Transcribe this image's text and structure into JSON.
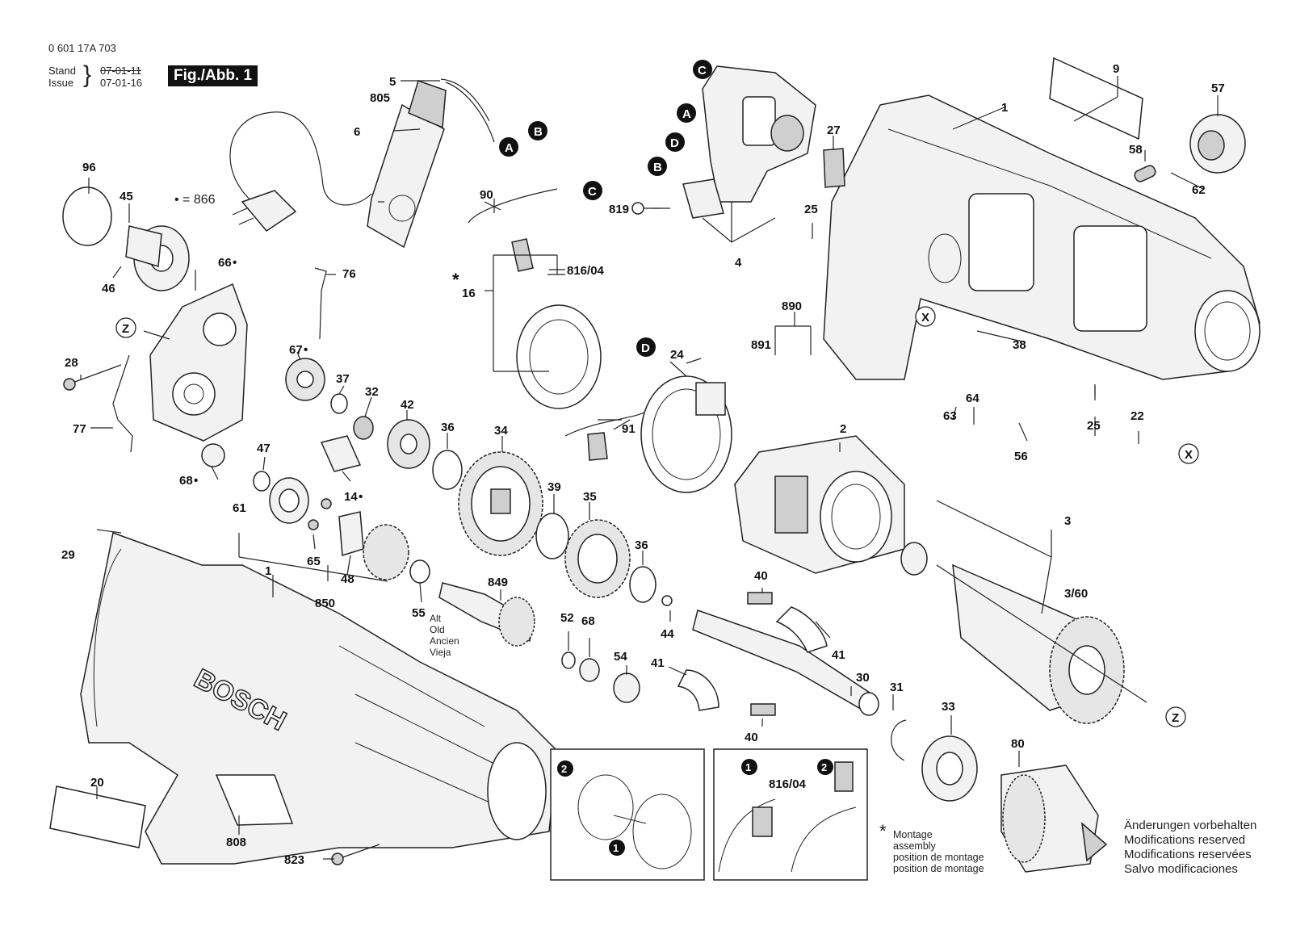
{
  "header": {
    "part_number": "0 601 17A 703",
    "stand_label": "Stand",
    "issue_label": "Issue",
    "stand_date": "07-01-11",
    "issue_date": "07-01-16",
    "figure_label": "Fig./Abb. 1"
  },
  "legend": {
    "dot_note": "• = 866"
  },
  "alt_words": [
    "Alt",
    "Old",
    "Ancien",
    "Vieja"
  ],
  "montage_note": [
    "Montage",
    "assembly",
    "position de montage",
    "position de montage"
  ],
  "montage_star": "*",
  "modifications": [
    "Änderungen vorbehalten",
    "Modifications reserved",
    "Modifications reservées",
    "Salvo modificaciones"
  ],
  "callout_letters": [
    "A",
    "B",
    "C",
    "D",
    "X",
    "Z"
  ],
  "part_labels": {
    "p1": "1",
    "p1b": "1",
    "p2": "2",
    "p3": "3",
    "p3_60": "3/60",
    "p4": "4",
    "p5": "5",
    "p6": "6",
    "p9": "9",
    "p14": "14",
    "p16": "16",
    "p20": "20",
    "p22": "22",
    "p24": "24",
    "p25a": "25",
    "p25b": "25",
    "p27": "27",
    "p28": "28",
    "p29": "29",
    "p30": "30",
    "p31": "31",
    "p32": "32",
    "p33": "33",
    "p34": "34",
    "p35": "35",
    "p36a": "36",
    "p36b": "36",
    "p37": "37",
    "p38": "38",
    "p39": "39",
    "p40a": "40",
    "p40b": "40",
    "p41a": "41",
    "p41b": "41",
    "p42": "42",
    "p44": "44",
    "p45": "45",
    "p46": "46",
    "p47": "47",
    "p48": "48",
    "p52": "52",
    "p54": "54",
    "p55": "55",
    "p56": "56",
    "p57": "57",
    "p58": "58",
    "p61": "61",
    "p62": "62",
    "p63": "63",
    "p64": "64",
    "p65": "65",
    "p66": "66",
    "p67": "67",
    "p68a": "68",
    "p68b": "68",
    "p76": "76",
    "p77": "77",
    "p80": "80",
    "p90": "90",
    "p91": "91",
    "p96": "96",
    "p805": "805",
    "p808": "808",
    "p816a": "816/04",
    "p816b": "816/04",
    "p819": "819",
    "p823": "823",
    "p849": "849",
    "p850": "850",
    "p890": "890",
    "p891": "891"
  },
  "inset_markers": [
    "1",
    "2"
  ],
  "brand_text": "BOSCH"
}
